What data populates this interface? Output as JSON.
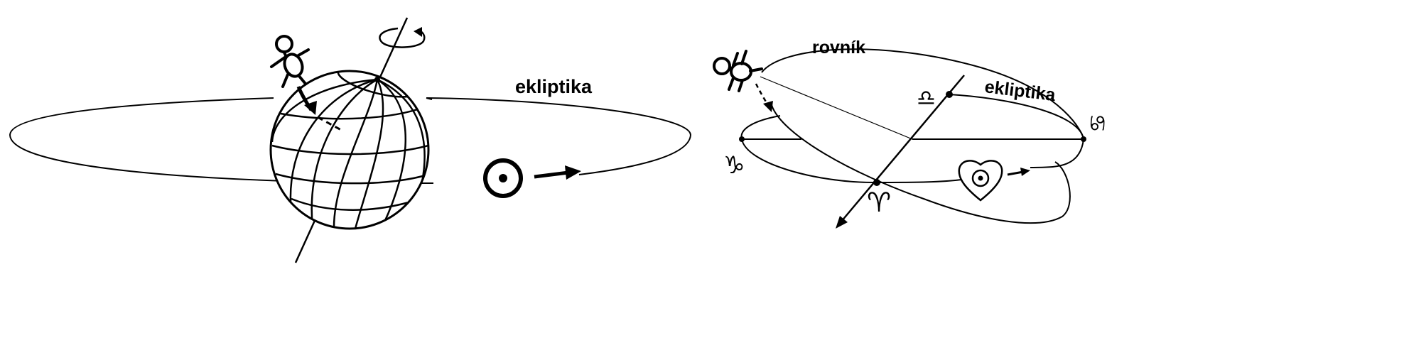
{
  "diagram": {
    "left": {
      "ecliptic_label": "ekliptika",
      "icons": [
        "person-icon",
        "earth-globe-icon",
        "rotation-arrow-icon",
        "sun-symbol-icon",
        "motion-arrow-icon"
      ]
    },
    "right": {
      "equator_label": "rovník",
      "ecliptic_label": "ekliptika",
      "symbols": {
        "libra": "♎",
        "cancer": "♋",
        "capricorn": "♑",
        "aries": "♈"
      },
      "icons": [
        "person-icon",
        "sun-in-heart-icon",
        "motion-arrow-icon",
        "axis-arrow-icon"
      ]
    },
    "colors": {
      "ink": "#000000",
      "background": "#ffffff"
    }
  }
}
